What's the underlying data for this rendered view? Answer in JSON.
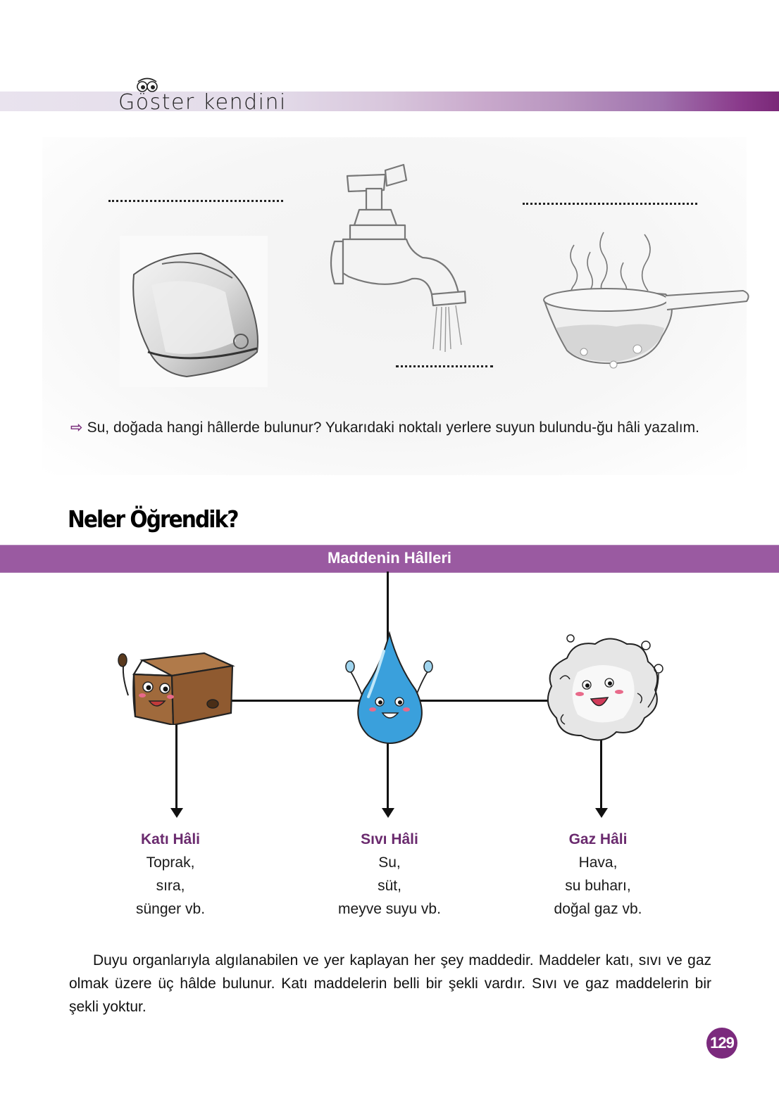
{
  "header": {
    "title": "Göster kendini",
    "icon": "eyes-icon",
    "accent": "#7a2878"
  },
  "activity": {
    "images": [
      {
        "name": "ice-cube",
        "state_answer_blank": ".................................."
      },
      {
        "name": "water-tap",
        "state_answer_blank": "...................."
      },
      {
        "name": "boiling-pot",
        "state_answer_blank": ".................................."
      }
    ],
    "question_icon": "arrow-right-icon",
    "question": "Su, doğada hangi hâllerde bulunur? Yukarıdaki noktalı yerlere suyun bulundu-ğu hâli yazalım."
  },
  "summary": {
    "heading": "Neler Öğrendik?",
    "bar_title": "Maddenin Hâlleri",
    "bar_color": "#9a5aa1",
    "label_color": "#6a2a6e",
    "states": [
      {
        "label": "Katı Hâli",
        "lines": [
          "Toprak,",
          "sıra,",
          "sünger vb."
        ],
        "mascot": "brown-cube-mascot"
      },
      {
        "label": "Sıvı Hâli",
        "lines": [
          "Su,",
          "süt,",
          "meyve suyu vb."
        ],
        "mascot": "water-drop-mascot"
      },
      {
        "label": "Gaz Hâli",
        "lines": [
          "Hava,",
          "su buharı,",
          "doğal gaz vb."
        ],
        "mascot": "cloud-mascot"
      }
    ],
    "paragraph": "Duyu organlarıyla algılanabilen ve yer kaplayan her şey maddedir. Maddeler katı, sıvı ve gaz olmak üzere üç hâlde bulunur. Katı maddelerin belli bir şekli vardır. Sıvı ve gaz maddelerin bir şekli yoktur."
  },
  "page": {
    "number": "129"
  }
}
